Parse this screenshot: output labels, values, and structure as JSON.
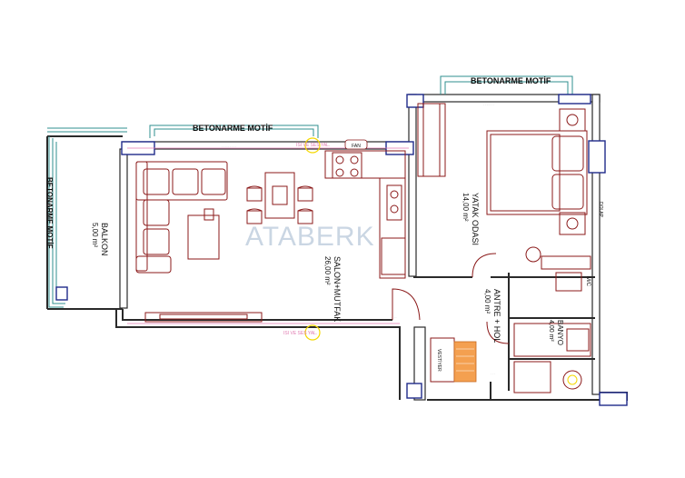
{
  "labels": {
    "betonarme_top": "BETONARME MOTİF",
    "betonarme_mid": "BETONARME MOTİF",
    "betonarme_left": "BETONARME MOTİF",
    "watermark": "ATABERK",
    "isi_top": "ISI VE SES YAL.",
    "isi_bottom": "ISI VE SES YAL.",
    "fan": "FAN",
    "balkon_name": "BALKON",
    "balkon_area": "5,00 m²",
    "salon_name": "SALON+MUTFAK",
    "salon_area": "26,00 m²",
    "yatak_name": "YATAK ODASI",
    "yatak_area": "14,00 m²",
    "antre_name": "ANTRE + HOL",
    "antre_area": "4,00 m²",
    "banyo_name": "BANYO",
    "banyo_area": "4,00 m²",
    "vestiyer": "VESTİYER",
    "mc": "M/C",
    "dolap": "DOLAP"
  },
  "colors": {
    "wall": "#2a2a2a",
    "furniture": "#8b1a1a",
    "window": "#1f2a8a",
    "railing": "#2f8f8f",
    "watermark": "#9fb4cc",
    "insulation": "#e07ab0",
    "highlight": "#f5d800",
    "vestiyer_fill": "#f4a050"
  }
}
